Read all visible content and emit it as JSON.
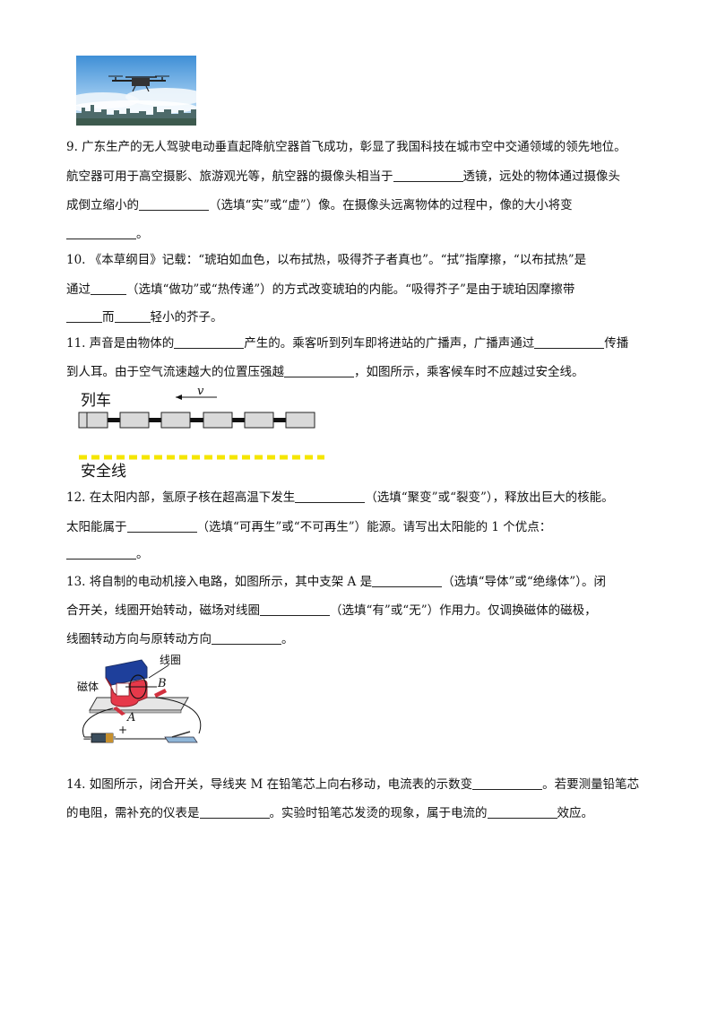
{
  "q9": {
    "l1": "9. 广东生产的无人驾驶电动垂直起降航空器首飞成功，彰显了我国科技在城市空中交通领域的领先地位。",
    "l2a": "航空器可用于高空摄影、旅游观光等，航空器的摄像头相当于",
    "l2b": "透镜，远处的物体通过摄像头",
    "l3a": "成倒立缩小的",
    "l3b": "（选填“实”或“虚”）像。在摄像头远离物体的过程中，像的大小将变",
    "l4": "。"
  },
  "q10": {
    "l1": "10. 《本草纲目》记载：“琥珀如血色，以布拭热，吸得芥子者真也”。“拭”指摩擦，“以布拭热”是",
    "l2a": "通过",
    "l2b": "（选填“做功”或“热传递”）的方式改变琥珀的内能。“吸得芥子”是由于琥珀因摩擦带",
    "l3a": "而",
    "l3b": "轻小的芥子。"
  },
  "q11": {
    "l1a": "11. 声音是由物体的",
    "l1b": "产生的。乘客听到列车即将进站的广播声，广播声通过",
    "l1c": "传播",
    "l2a": "到人耳。由于空气流速越大的位置压强越",
    "l2b": "，如图所示，乘客候车时不应越过安全线。",
    "fig": {
      "train_label": "列车",
      "velocity_label": "v",
      "safety_label": "安全线",
      "safety_color": "#f5e600"
    }
  },
  "q12": {
    "l1a": "12. 在太阳内部，氢原子核在超高温下发生",
    "l1b": "（选填“聚变”或“裂变”），释放出巨大的核能。",
    "l2a": "太阳能属于",
    "l2b": "（选填“可再生”或“不可再生”）能源。请写出太阳能的 1 个优点：",
    "l3": "。"
  },
  "q13": {
    "l1a": "13. 将自制的电动机接入电路，如图所示，其中支架 A 是",
    "l1b": "（选填“导体”或“绝缘体”）。闭",
    "l2a": "合开关，线圈开始转动，磁场对线圈",
    "l2b": "（选填“有”或“无”）作用力。仅调换磁体的磁极，",
    "l3a": "线圈转动方向与原转动方向",
    "l3b": "。",
    "fig": {
      "magnet_label": "磁体",
      "coil_label": "线圈",
      "label_a": "A",
      "label_b": "B",
      "label_minus": "−",
      "label_plus": "+"
    }
  },
  "q14": {
    "l1a": "14. 如图所示，闭合开关，导线夹 M 在铅笔芯上向右移动，电流表的示数变",
    "l1b": "。若要测量铅笔芯",
    "l2a": "的电阻，需补充的仪表是",
    "l2b": "。实验时铅笔芯发烫的现象，属于电流的",
    "l2c": "效应。"
  }
}
